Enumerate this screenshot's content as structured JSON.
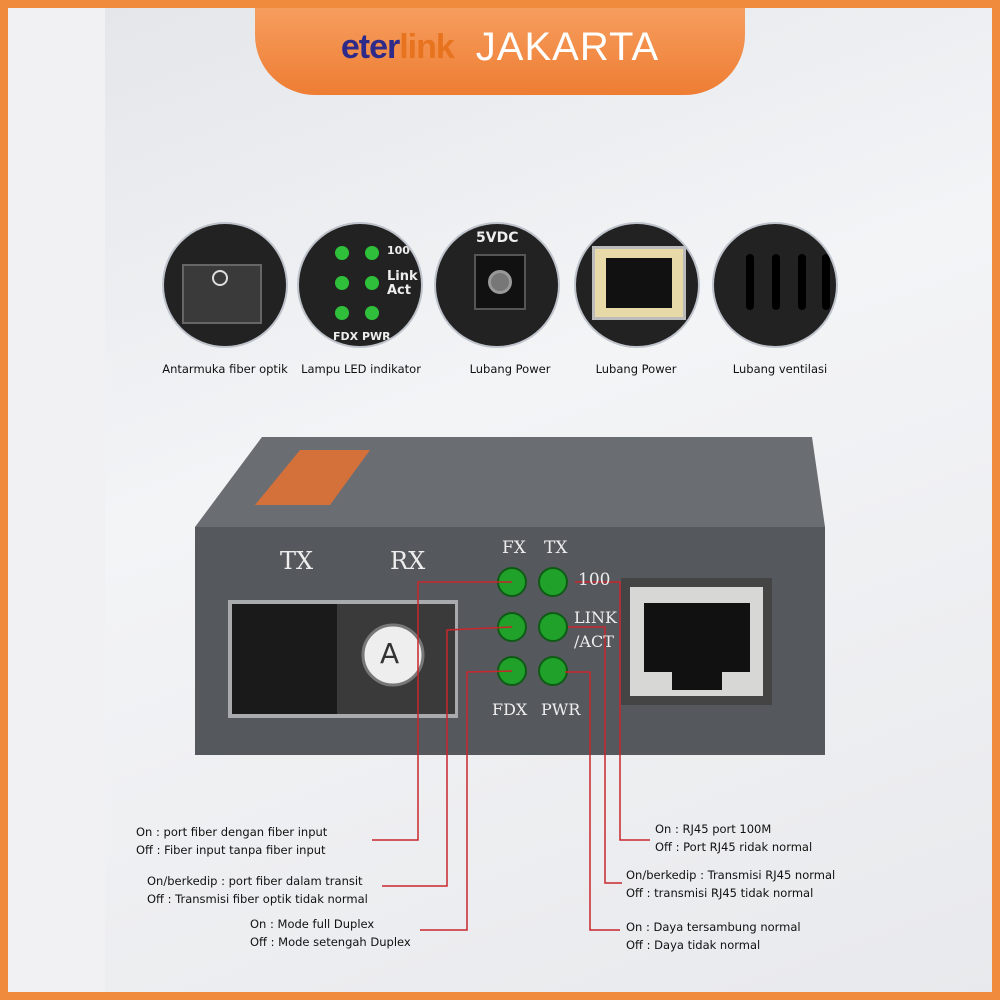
{
  "header": {
    "brand_logo": "eterlink",
    "city": "JAKARTA"
  },
  "features": [
    {
      "label": "Antarmuka fiber optik",
      "icon": "fiber-port-icon"
    },
    {
      "label": "Lampu LED indikator",
      "icon": "led-indicator-icon",
      "texts": [
        "100",
        "Link",
        "Act",
        "FDX",
        "PWR"
      ]
    },
    {
      "label": "Lubang Power",
      "icon": "power-jack-icon",
      "texts": [
        "5VDC"
      ]
    },
    {
      "label": "Lubang Power",
      "icon": "rj45-port-icon"
    },
    {
      "label": "Lubang ventilasi",
      "icon": "ventilation-icon"
    }
  ],
  "device": {
    "tx": "TX",
    "rx": "RX",
    "port_letter": "A",
    "fx": "FX",
    "tx_led": "TX",
    "l100": "100",
    "link": "LINK",
    "act": "/ACT",
    "fdx": "FDX",
    "pwr": "PWR",
    "led_color": "#1fa12a",
    "body_color": "#4f5257"
  },
  "annotations": {
    "fx": [
      "On : port fiber dengan fiber input",
      "Off : Fiber input tanpa fiber input"
    ],
    "tx": [
      "On/berkedip : port fiber dalam transit",
      "Off : Transmisi fiber optik tidak normal"
    ],
    "fdx": [
      "On : Mode full Duplex",
      "Off : Mode setengah Duplex"
    ],
    "l100": [
      "On : RJ45 port 100M",
      "Off : Port RJ45 ridak normal"
    ],
    "link": [
      "On/berkedip : Transmisi RJ45 normal",
      "Off : transmisi RJ45 tidak normal"
    ],
    "pwr": [
      "On : Daya tersambung normal",
      "Off : Daya tidak normal"
    ]
  },
  "line_color": "#c8262c"
}
